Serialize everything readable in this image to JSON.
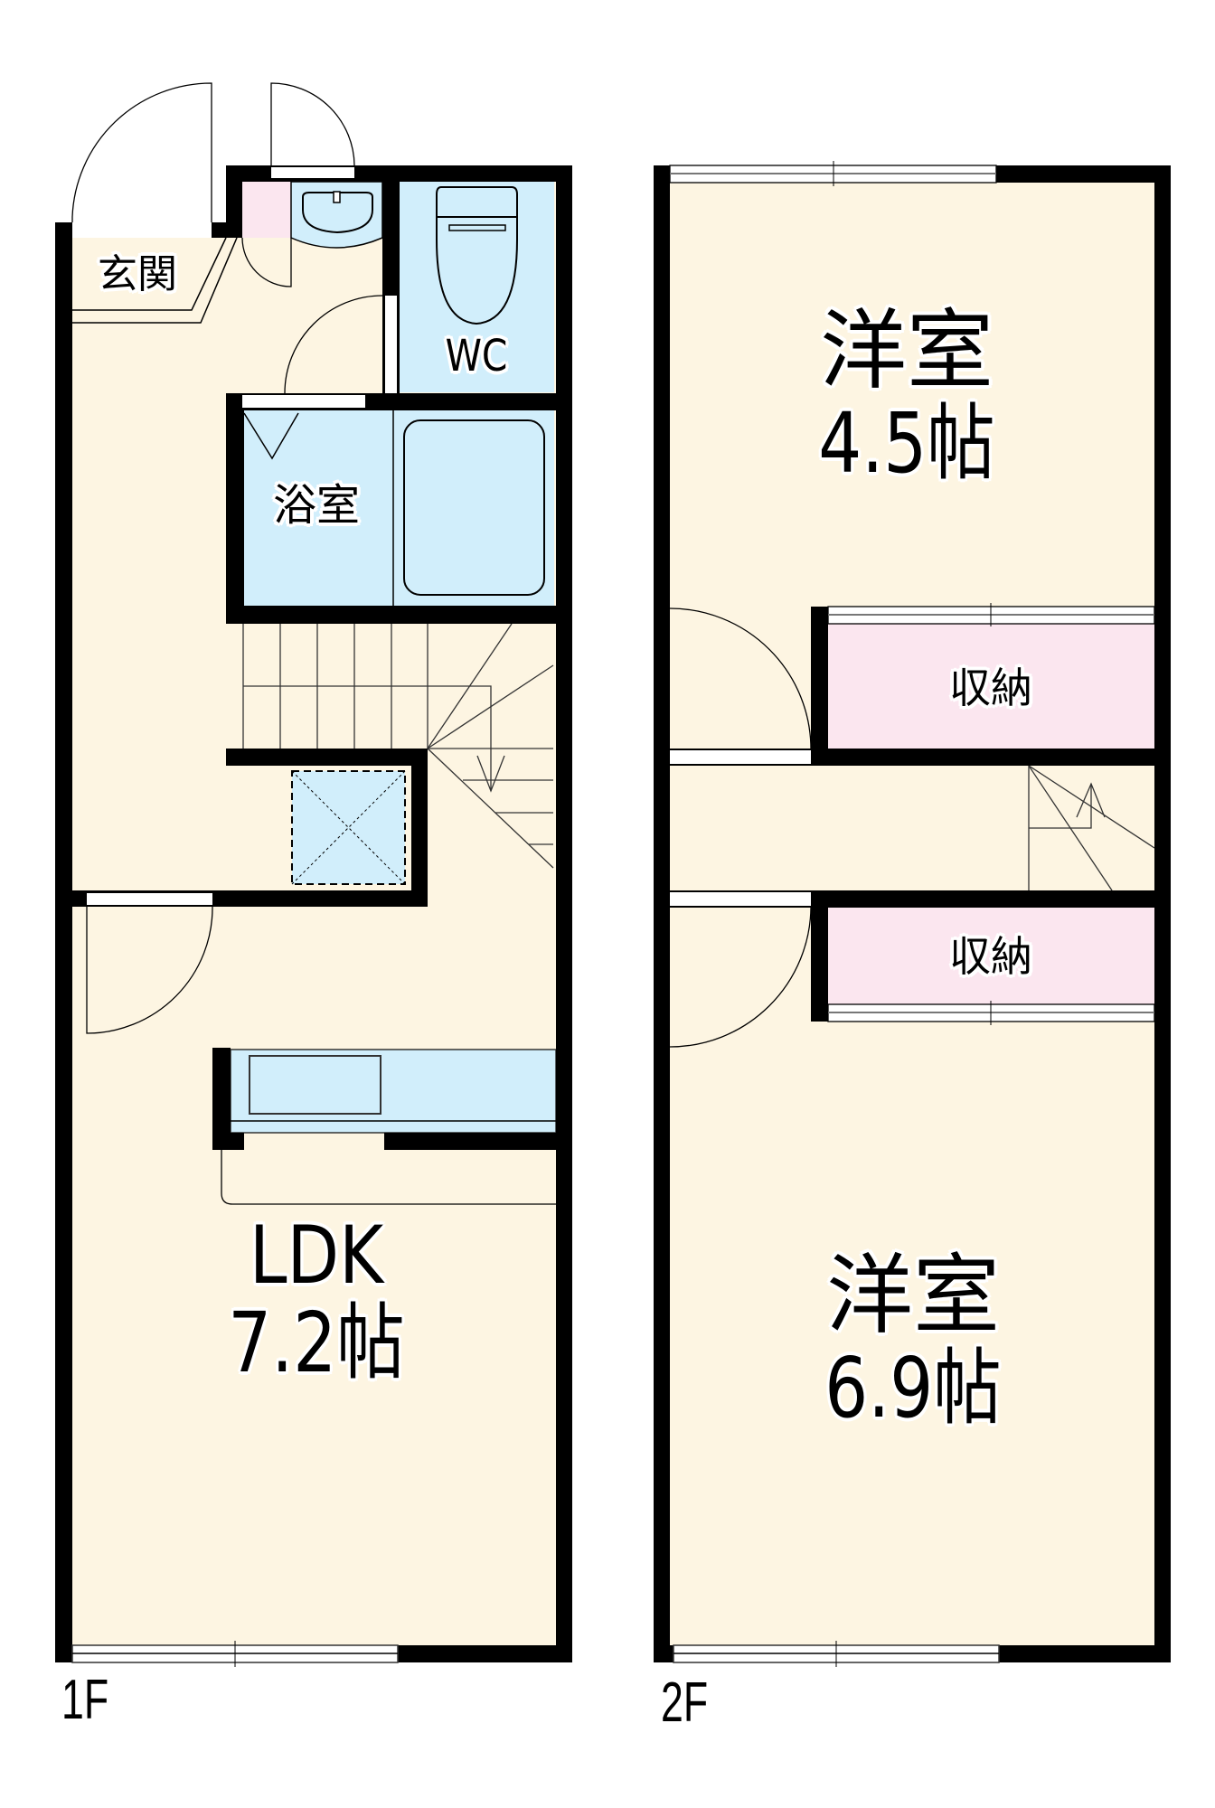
{
  "floorplan": {
    "colors": {
      "floor": "#fdf5e2",
      "wet_area": "#d1eefb",
      "storage": "#fbe6ef",
      "wall": "#000000",
      "opening": "#ffffff"
    },
    "floors": [
      {
        "label": "1F",
        "rooms": [
          {
            "id": "genkan",
            "label": "玄関"
          },
          {
            "id": "wc",
            "label": "WC"
          },
          {
            "id": "bath",
            "label": "浴室"
          },
          {
            "id": "ldk",
            "label": "LDK",
            "size": "7.2帖"
          }
        ],
        "fixtures": [
          "wash-basin",
          "toilet",
          "bathtub",
          "stairs",
          "under-stair-storage",
          "kitchen-counter",
          "sink",
          "shoe-cabinet"
        ]
      },
      {
        "label": "2F",
        "rooms": [
          {
            "id": "western-room-1",
            "label": "洋室",
            "size": "4.5帖"
          },
          {
            "id": "closet-1",
            "label": "収納"
          },
          {
            "id": "closet-2",
            "label": "収納"
          },
          {
            "id": "western-room-2",
            "label": "洋室",
            "size": "6.9帖"
          }
        ],
        "fixtures": [
          "stairs"
        ]
      }
    ]
  }
}
